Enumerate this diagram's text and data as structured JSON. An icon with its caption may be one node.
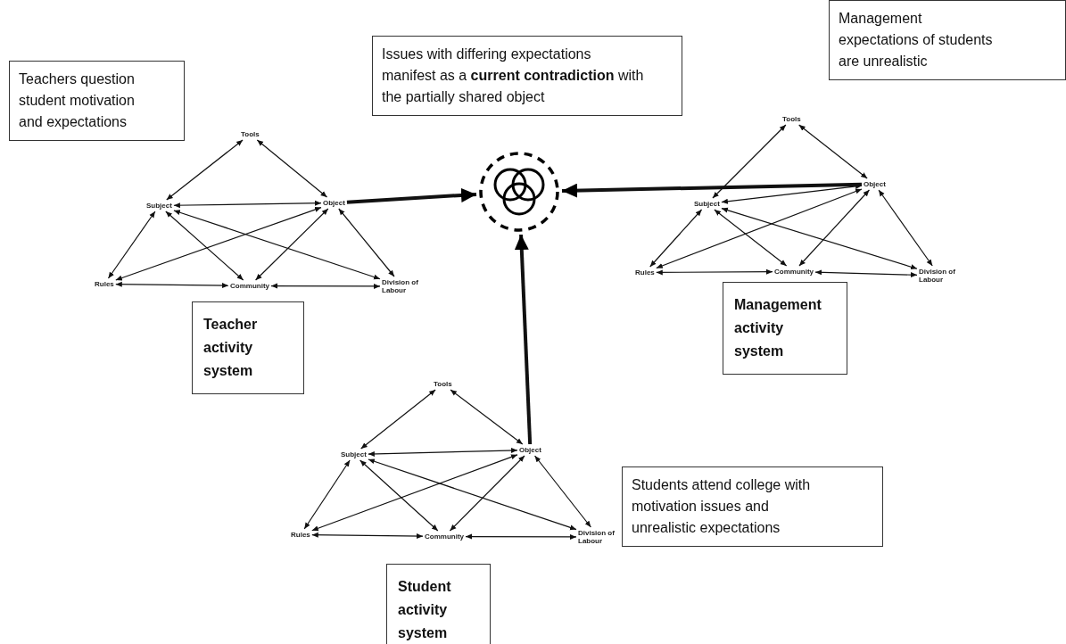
{
  "diagram": {
    "nodes": [
      {
        "text": [
          "Teachers question student motivation and expectations"
        ]
      },
      {
        "text": [
          "Issues with differing expectations manifest as a **current contradiction** with the partially shared object"
        ]
      },
      {
        "text": [
          "Management expectations of students are unrealistic"
        ]
      },
      {
        "text": [
          "Tools"
        ]
      },
      {
        "text": [
          "Subject"
        ]
      },
      {
        "text": [
          "Object"
        ]
      },
      {
        "text": [
          "Rules"
        ]
      },
      {
        "text": [
          "Community"
        ]
      },
      {
        "text": [
          "Division of Labour"
        ]
      },
      {
        "text": [],
        "shape": "circle"
      },
      {
        "text": [
          "Tools"
        ]
      },
      {
        "text": [
          "Subject"
        ]
      },
      {
        "text": [
          "Object"
        ]
      },
      {
        "text": [
          "Rules"
        ]
      },
      {
        "text": [
          "Community"
        ]
      },
      {
        "text": [
          "Division of Labour"
        ]
      },
      {
        "text": [
          "Teacher activity system"
        ]
      },
      {
        "text": [
          "Management activity system"
        ]
      },
      {
        "text": [
          "Tools"
        ]
      },
      {
        "text": [
          "Subject"
        ]
      },
      {
        "text": [
          "Object"
        ]
      },
      {
        "text": [
          "Rules"
        ]
      },
      {
        "text": [
          "Community"
        ]
      },
      {
        "text": [
          "Division of Labour"
        ]
      },
      {
        "text": [
          "Students attend college with motivation issues and unrealistic expectations"
        ]
      },
      {
        "text": [
          "Student activity system"
        ]
      }
    ],
    "edges": [
      {
        "from": 3,
        "to": 4,
        "arrow": "both"
      },
      {
        "from": 3,
        "to": 5,
        "arrow": "both"
      },
      {
        "from": 4,
        "to": 5,
        "arrow": "both"
      },
      {
        "from": 4,
        "to": 6,
        "arrow": "both"
      },
      {
        "from": 4,
        "to": 7,
        "arrow": "both"
      },
      {
        "from": 4,
        "to": 8,
        "arrow": "both"
      },
      {
        "from": 5,
        "to": 6,
        "arrow": "both"
      },
      {
        "from": 5,
        "to": 7,
        "arrow": "both"
      },
      {
        "from": 5,
        "to": 8,
        "arrow": "both"
      },
      {
        "from": 6,
        "to": 7,
        "arrow": "both"
      },
      {
        "from": 7,
        "to": 8,
        "arrow": "both"
      },
      {
        "from": 10,
        "to": 11,
        "arrow": "both"
      },
      {
        "from": 10,
        "to": 12,
        "arrow": "both"
      },
      {
        "from": 11,
        "to": 12,
        "arrow": "both"
      },
      {
        "from": 11,
        "to": 13,
        "arrow": "both"
      },
      {
        "from": 11,
        "to": 14,
        "arrow": "both"
      },
      {
        "from": 11,
        "to": 15,
        "arrow": "both"
      },
      {
        "from": 12,
        "to": 13,
        "arrow": "both"
      },
      {
        "from": 12,
        "to": 14,
        "arrow": "both"
      },
      {
        "from": 12,
        "to": 15,
        "arrow": "both"
      },
      {
        "from": 13,
        "to": 14,
        "arrow": "both"
      },
      {
        "from": 14,
        "to": 15,
        "arrow": "both"
      },
      {
        "from": 18,
        "to": 19,
        "arrow": "both"
      },
      {
        "from": 18,
        "to": 20,
        "arrow": "both"
      },
      {
        "from": 19,
        "to": 20,
        "arrow": "both"
      },
      {
        "from": 19,
        "to": 21,
        "arrow": "both"
      },
      {
        "from": 19,
        "to": 22,
        "arrow": "both"
      },
      {
        "from": 19,
        "to": 23,
        "arrow": "both"
      },
      {
        "from": 20,
        "to": 21,
        "arrow": "both"
      },
      {
        "from": 20,
        "to": 22,
        "arrow": "both"
      },
      {
        "from": 20,
        "to": 23,
        "arrow": "both"
      },
      {
        "from": 21,
        "to": 22,
        "arrow": "both"
      },
      {
        "from": 22,
        "to": 23,
        "arrow": "both"
      },
      {
        "from": 5,
        "to": 9,
        "arrow": "to",
        "style": "thick"
      },
      {
        "from": 12,
        "to": 9,
        "arrow": "to",
        "style": "thick"
      },
      {
        "from": 20,
        "to": 9,
        "arrow": "to",
        "style": "thick"
      }
    ]
  }
}
